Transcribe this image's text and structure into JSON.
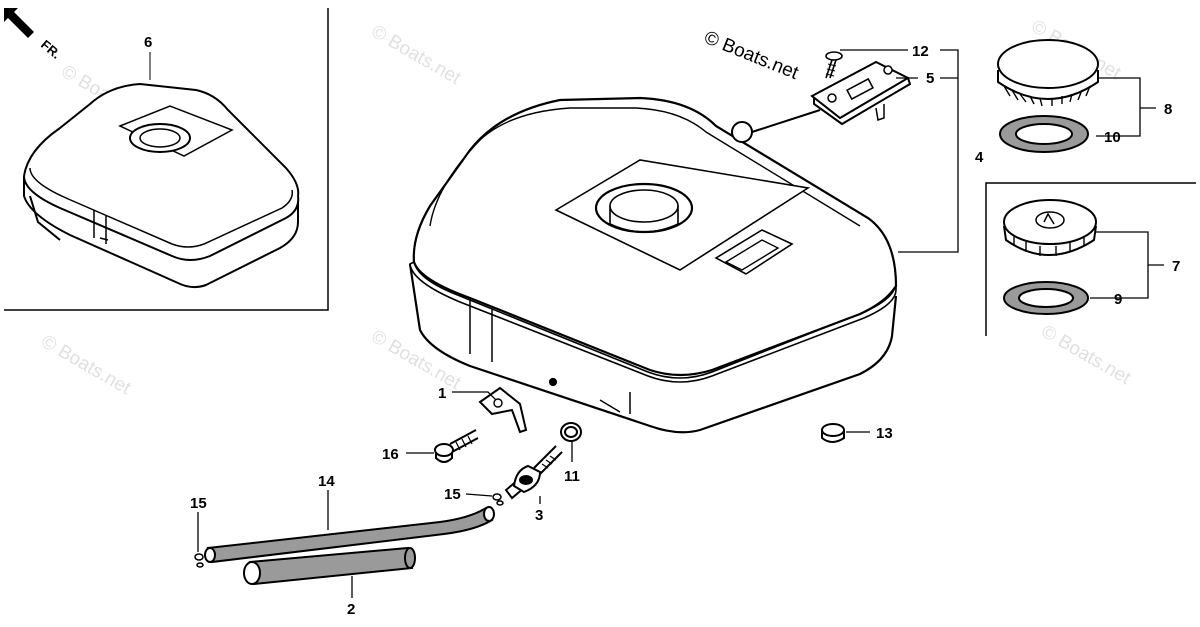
{
  "diagram": {
    "orientation_label": "FR.",
    "copyright": "© Boats.net",
    "watermark": "© Boats.net",
    "labels": {
      "p1": "1",
      "p2": "2",
      "p3": "3",
      "p4": "4",
      "p5": "5",
      "p6": "6",
      "p7": "7",
      "p8": "8",
      "p9": "9",
      "p10": "10",
      "p11": "11",
      "p12": "12",
      "p13": "13",
      "p14": "14",
      "p15a": "15",
      "p15b": "15",
      "p16": "16"
    }
  }
}
